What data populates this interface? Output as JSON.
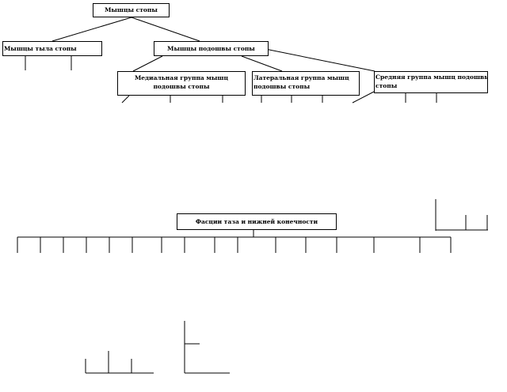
{
  "nodes": {
    "stop_muscles": "Мышцы стопы",
    "dorsum_muscles": "Мышцы тыла стопы",
    "sole_muscles": "Мышцы подошвы стопы",
    "medial_group": [
      "Медиальная группа мышц",
      "подошвы стопы"
    ],
    "lateral_group": [
      "Латеральная группа мышц",
      "подошвы стопы"
    ],
    "middle_group": [
      "Средняя группа мышц подошвы",
      "стопы"
    ],
    "fascia": "Фасции таза и нижней конечности"
  },
  "colors": {
    "line": "#000000",
    "box_border": "#000000",
    "background": "#ffffff"
  }
}
